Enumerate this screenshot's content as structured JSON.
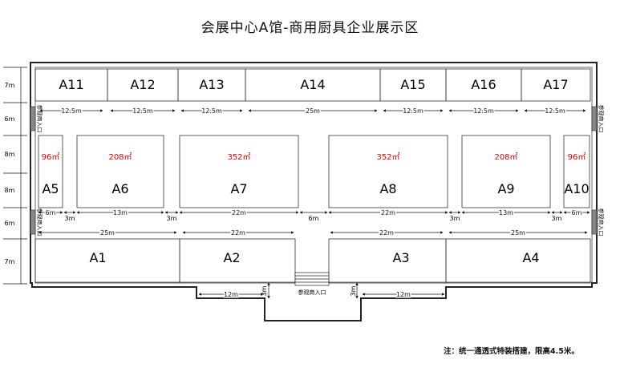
{
  "title": "会展中心A馆-商用厨具企业展示区",
  "note": "注：统一通透式特装搭建，限高4.5米。",
  "booths": {
    "A1": "A1",
    "A2": "A2",
    "A3": "A3",
    "A4": "A4",
    "A5": "A5",
    "A6": "A6",
    "A7": "A7",
    "A8": "A8",
    "A9": "A9",
    "A10": "A10",
    "A11": "A11",
    "A12": "A12",
    "A13": "A13",
    "A14": "A14",
    "A15": "A15",
    "A16": "A16",
    "A17": "A17"
  },
  "areas": {
    "A5": "96㎡",
    "A6": "208㎡",
    "A7": "352㎡",
    "A8": "352㎡",
    "A9": "208㎡",
    "A10": "96㎡"
  },
  "dims_top": [
    "12.5m",
    "12.5m",
    "12.5m",
    "25m",
    "12.5m",
    "12.5m",
    "12.5m"
  ],
  "dims_mid": [
    "6m",
    "3m",
    "13m",
    "3m",
    "22m",
    "6m",
    "22m",
    "3m",
    "13m",
    "3m",
    "6m"
  ],
  "dims_low": [
    "25m",
    "22m",
    "22m",
    "25m"
  ],
  "dims_bottom": [
    "12m",
    "3m",
    "3m",
    "12m"
  ],
  "side_dims": [
    "7m",
    "6m",
    "8m",
    "8m",
    "6m",
    "7m"
  ],
  "entrances": {
    "left_top": "参观商入口",
    "left_bottom": "参观商入口",
    "right_top": "参观商入口",
    "right_bottom": "参观商入口",
    "bottom": "参观商入口"
  }
}
